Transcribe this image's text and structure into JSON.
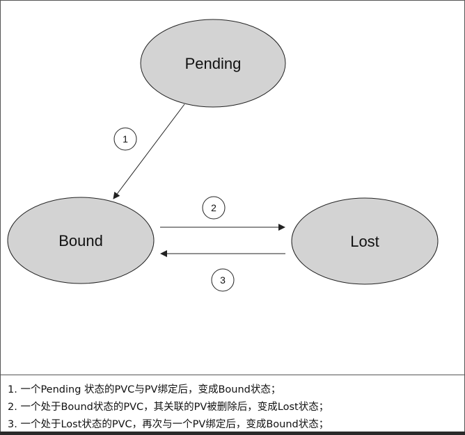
{
  "diagram": {
    "states": {
      "pending": "Pending",
      "bound": "Bound",
      "lost": "Lost"
    },
    "steps": {
      "one": "1",
      "two": "2",
      "three": "3"
    }
  },
  "notes": [
    "1. 一个Pending 状态的PVC与PV绑定后，变成Bound状态；",
    "2. 一个处于Bound状态的PVC，其关联的PV被删除后，变成Lost状态；",
    "3. 一个处于Lost状态的PVC，再次与一个PV绑定后，变成Bound状态；"
  ],
  "colors": {
    "state_fill": "#d3d3d3",
    "stroke": "#222222"
  }
}
